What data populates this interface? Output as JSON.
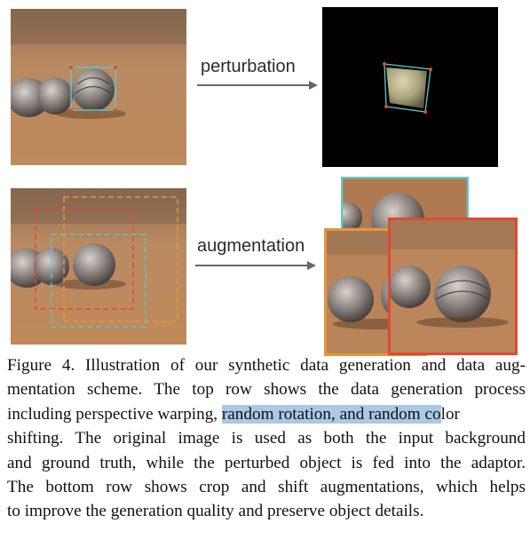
{
  "figure": {
    "top_row": {
      "arrow_label": "perturbation"
    },
    "bottom_row": {
      "arrow_label": "augmentation"
    },
    "colors": {
      "sand": "#b98458",
      "sand_dark": "#9a6a42",
      "ball": "#8c8480",
      "cyan_box": "#5ec8c8",
      "red_box": "#e04a30",
      "orange_box": "#e8963a",
      "warped_ball": "#b9b38a",
      "black_bg": "#000000",
      "highlight": "#a9c9e6"
    }
  },
  "caption": {
    "lines": [
      "Figure 4. Illustration of our synthetic data generation and data aug-",
      "mentation scheme. The top row shows the data generation process",
      "including perspective warping, ",
      "random rotation, and random co",
      "lor",
      "shifting. The original image is used as both the input background",
      "and ground truth, while the perturbed object is fed into the adaptor.",
      "The bottom row shows crop and shift augmentations, which helps",
      "to improve the generation quality and preserve object details."
    ]
  }
}
